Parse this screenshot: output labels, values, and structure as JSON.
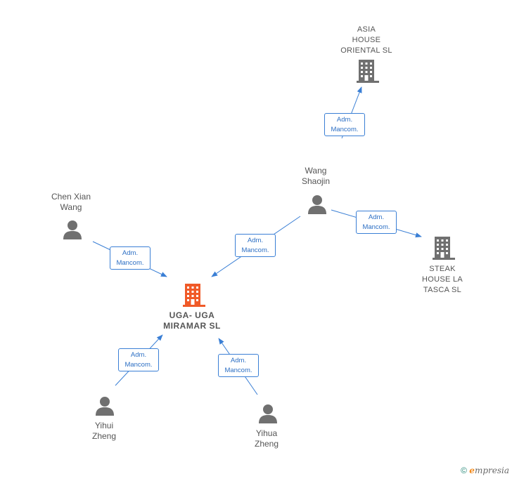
{
  "colors": {
    "edge": "#3a7fd5",
    "person": "#707070",
    "company": "#707070",
    "main_company": "#f05a28"
  },
  "nodes": {
    "asia_house": {
      "label": "ASIA\nHOUSE\nORIENTAL  SL",
      "icon": "building-icon"
    },
    "wang_shaojin": {
      "label": "Wang\nShaojin",
      "icon": "person-icon"
    },
    "chen_xian_wang": {
      "label": "Chen Xian\nWang",
      "icon": "person-icon"
    },
    "steak_house": {
      "label": "STEAK\nHOUSE LA\nTASCA  SL",
      "icon": "building-icon"
    },
    "uga_uga": {
      "label": "UGA- UGA\nMIRAMAR  SL",
      "icon": "building-icon"
    },
    "yihui_zheng": {
      "label": "Yihui\nZheng",
      "icon": "person-icon"
    },
    "yihua_zheng": {
      "label": "Yihua\nZheng",
      "icon": "person-icon"
    }
  },
  "edges": [
    {
      "id": "wang-asia",
      "label": "Adm.\nMancom."
    },
    {
      "id": "wang-steak",
      "label": "Adm.\nMancom."
    },
    {
      "id": "wang-uga",
      "label": "Adm.\nMancom."
    },
    {
      "id": "chen-uga",
      "label": "Adm.\nMancom."
    },
    {
      "id": "yihui-uga",
      "label": "Adm.\nMancom."
    },
    {
      "id": "yihua-uga",
      "label": "Adm.\nMancom."
    }
  ],
  "footer": {
    "copyright_symbol": "©",
    "brand_initial": "e",
    "brand_rest": "mpresia"
  }
}
